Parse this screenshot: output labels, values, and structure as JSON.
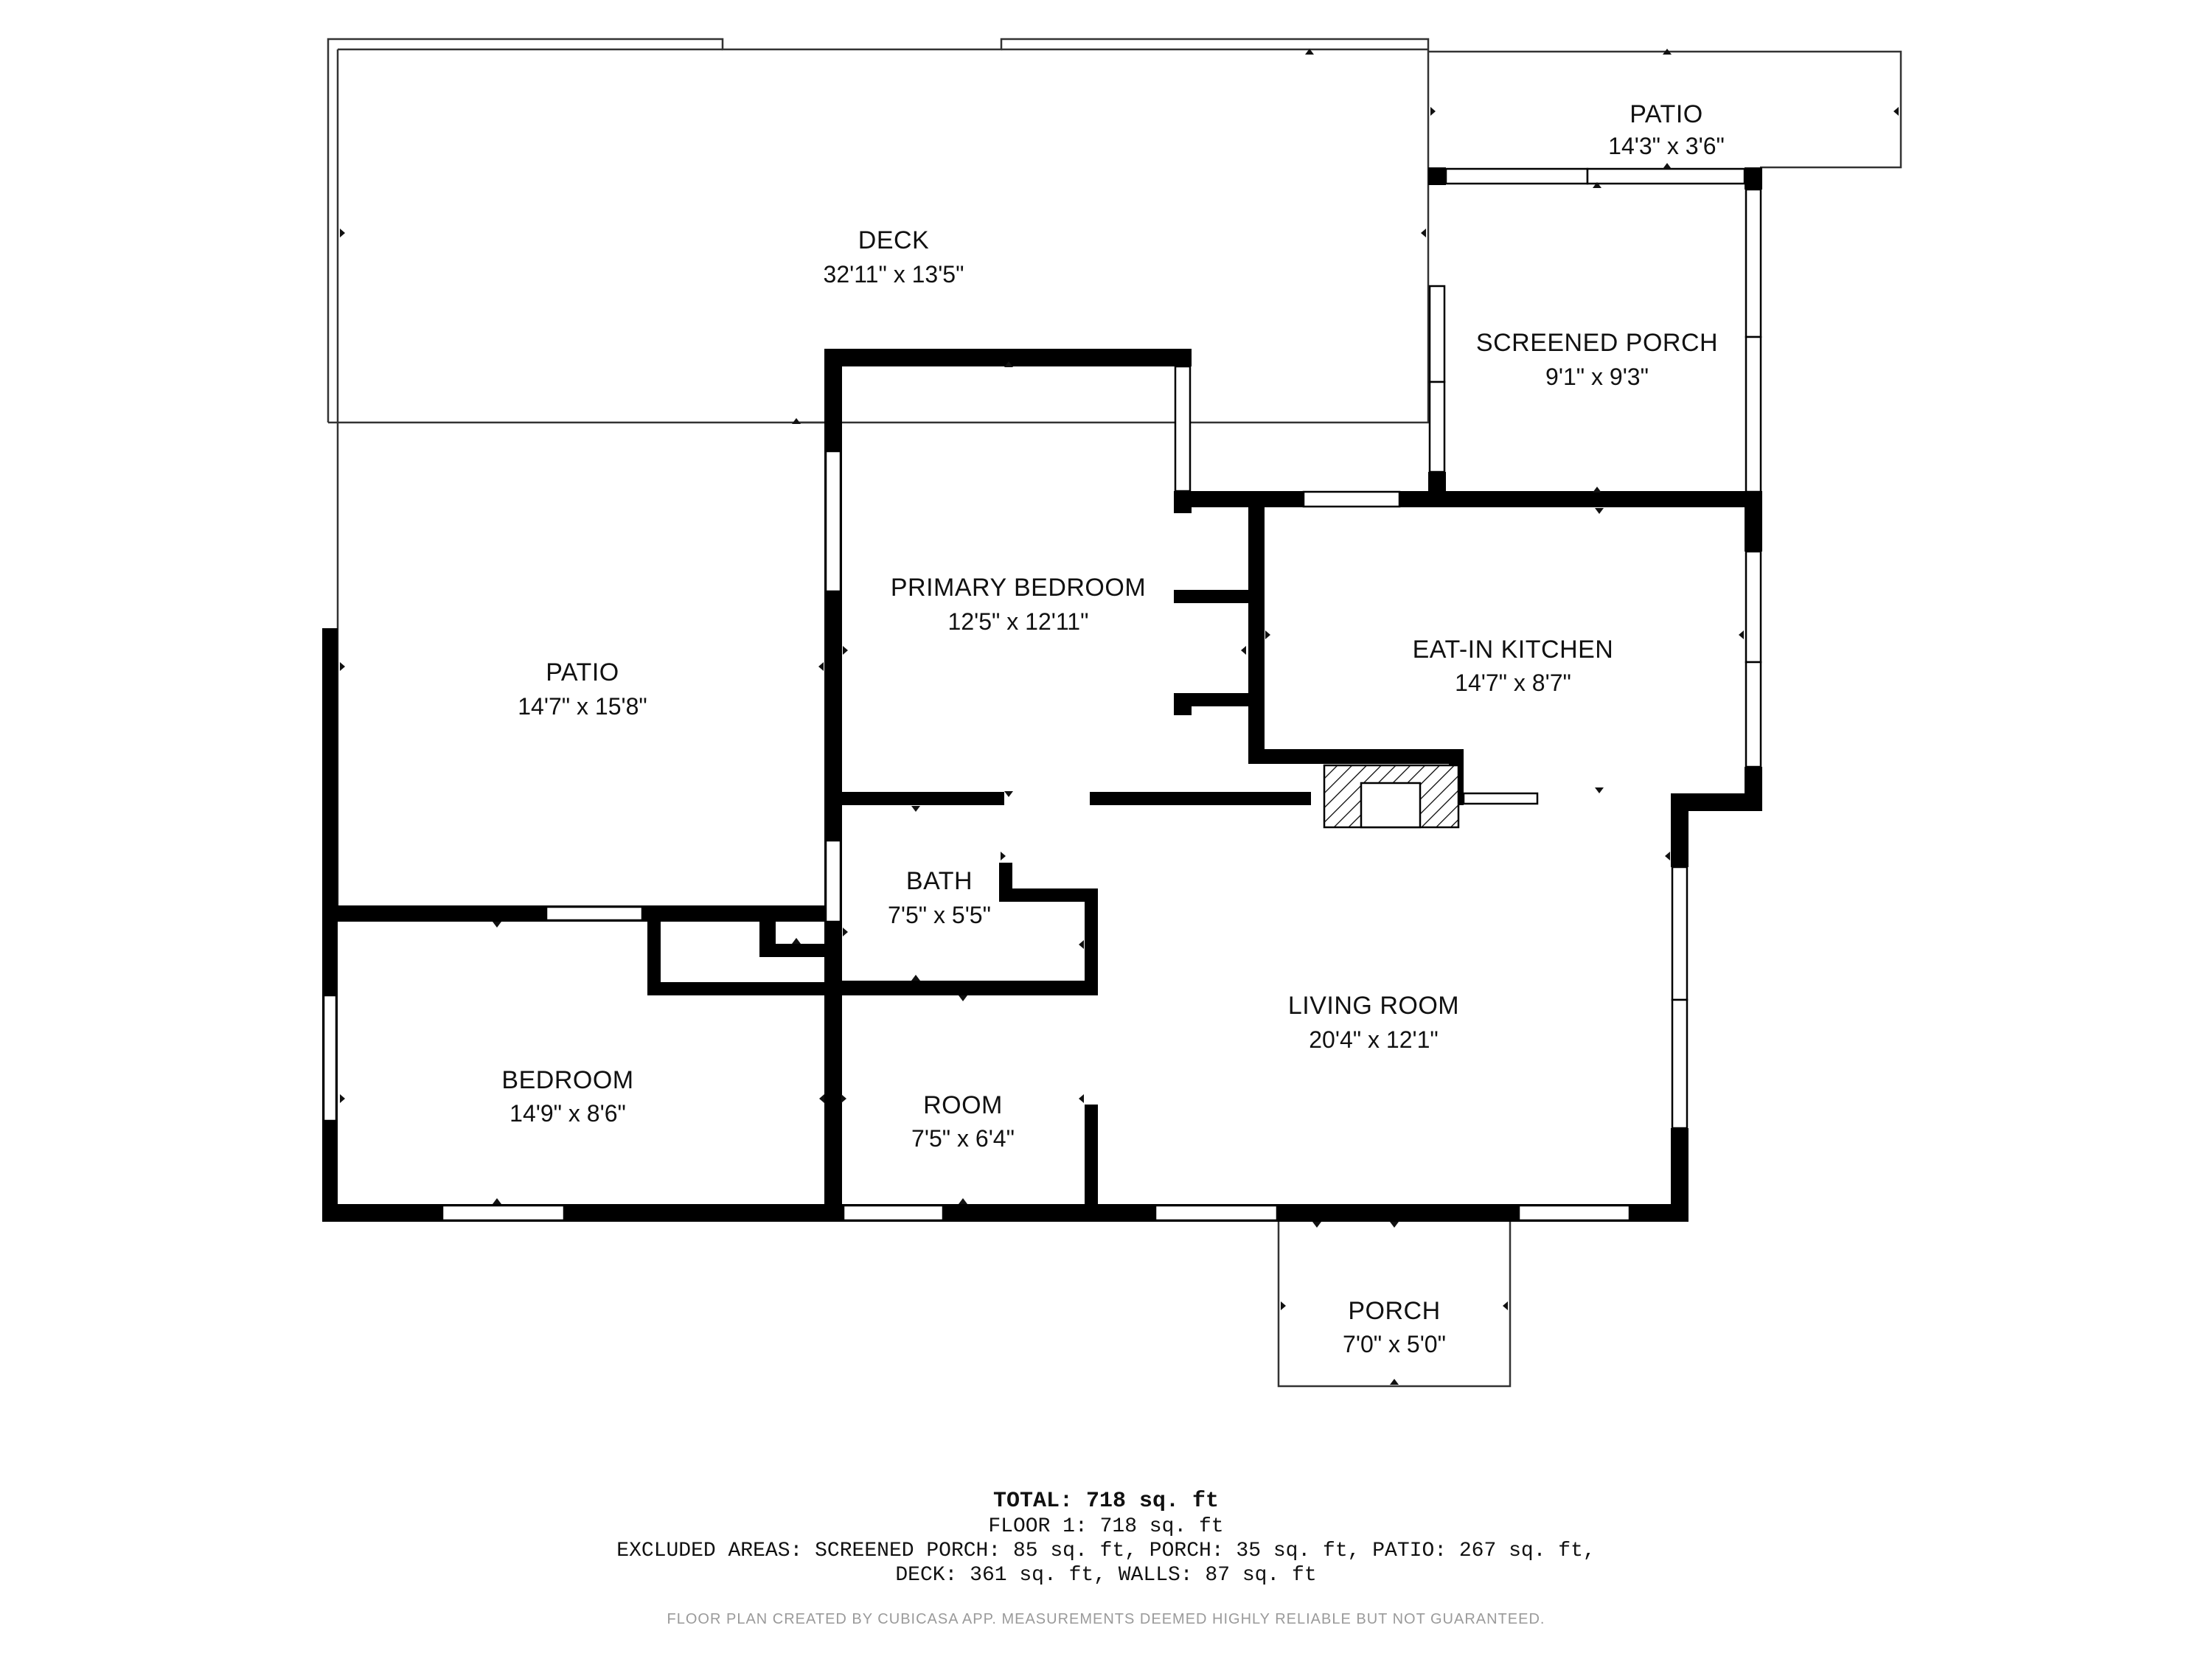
{
  "rooms": {
    "deck": {
      "name": "DECK",
      "dims": "32'11\" x 13'5\""
    },
    "patio_top": {
      "name": "PATIO",
      "dims": "14'3\" x 3'6\""
    },
    "screened_porch": {
      "name": "SCREENED PORCH",
      "dims": "9'1\" x 9'3\""
    },
    "primary_bedroom": {
      "name": "PRIMARY BEDROOM",
      "dims": "12'5\" x 12'11\""
    },
    "patio_left": {
      "name": "PATIO",
      "dims": "14'7\" x 15'8\""
    },
    "eat_in_kitchen": {
      "name": "EAT-IN KITCHEN",
      "dims": "14'7\" x 8'7\""
    },
    "bath": {
      "name": "BATH",
      "dims": "7'5\" x 5'5\""
    },
    "living_room": {
      "name": "LIVING ROOM",
      "dims": "20'4\" x 12'1\""
    },
    "bedroom": {
      "name": "BEDROOM",
      "dims": "14'9\" x 8'6\""
    },
    "room": {
      "name": "ROOM",
      "dims": "7'5\" x 6'4\""
    },
    "porch": {
      "name": "PORCH",
      "dims": "7'0\" x 5'0\""
    }
  },
  "summary": {
    "total": "TOTAL: 718 sq. ft",
    "floor": "FLOOR 1: 718 sq. ft",
    "excluded_1": "EXCLUDED AREAS: SCREENED PORCH: 85 sq. ft, PORCH: 35 sq. ft, PATIO: 267 sq. ft,",
    "excluded_2": "DECK: 361 sq. ft, WALLS: 87 sq. ft"
  },
  "footer": "FLOOR PLAN CREATED BY CUBICASA APP. MEASUREMENTS DEEMED HIGHLY RELIABLE BUT NOT GUARANTEED."
}
